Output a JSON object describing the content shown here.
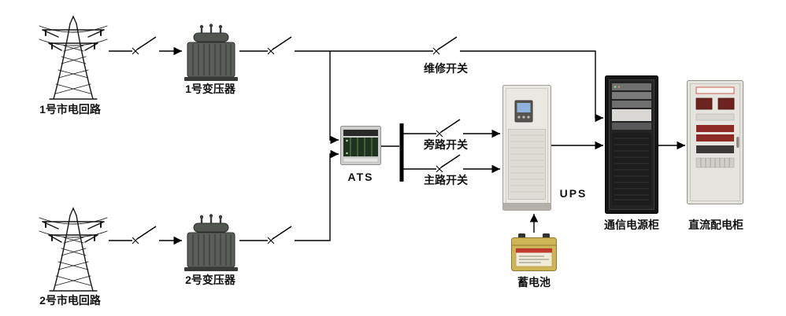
{
  "diagram": {
    "type": "power-distribution-one-line-diagram",
    "background": "#ffffff",
    "colors": {
      "line": "#000000",
      "rack_cabinet_body": "#151515",
      "dc_cabinet_body": "#e6e4de",
      "ups_body": "#eae8e2",
      "battery_body": "#cfb554",
      "transformer_body": "#5a5f59",
      "ats_panel": "#20331f",
      "meter_red": "#6f2320"
    },
    "components": [
      {
        "id": "mains-circuit-1",
        "type": "transmission-tower",
        "label": "1号市电回路"
      },
      {
        "id": "transformer-1",
        "type": "oil-transformer",
        "label": "1号变压器"
      },
      {
        "id": "mains-circuit-2",
        "type": "transmission-tower",
        "label": "2号市电回路"
      },
      {
        "id": "transformer-2",
        "type": "oil-transformer",
        "label": "2号变压器"
      },
      {
        "id": "ats",
        "type": "automatic-transfer-switch",
        "label": "ATS"
      },
      {
        "id": "maintenance-switch",
        "type": "disconnect-switch",
        "label": "维修开关"
      },
      {
        "id": "bypass-switch",
        "type": "disconnect-switch",
        "label": "旁路开关"
      },
      {
        "id": "main-switch",
        "type": "disconnect-switch",
        "label": "主路开关"
      },
      {
        "id": "ups",
        "type": "ups-cabinet",
        "label": "UPS"
      },
      {
        "id": "battery",
        "type": "battery-bank",
        "label": "蓄电池"
      },
      {
        "id": "comm-power-cabinet",
        "type": "equipment-cabinet",
        "label": "通信电源柜"
      },
      {
        "id": "dc-distribution-cabinet",
        "type": "equipment-cabinet",
        "label": "直流配电柜"
      }
    ],
    "connections": [
      {
        "from": "mains-circuit-1",
        "to": "transformer-1",
        "via": "disconnect-switch"
      },
      {
        "from": "transformer-1",
        "to": "ats",
        "via": "disconnect-switch"
      },
      {
        "from": "transformer-1",
        "to": "comm-power-cabinet",
        "via": "maintenance-switch"
      },
      {
        "from": "mains-circuit-2",
        "to": "transformer-2",
        "via": "disconnect-switch"
      },
      {
        "from": "transformer-2",
        "to": "ats",
        "via": "disconnect-switch"
      },
      {
        "from": "ats",
        "to": "ups",
        "via": "bypass-switch"
      },
      {
        "from": "ats",
        "to": "ups",
        "via": "main-switch"
      },
      {
        "from": "battery",
        "to": "ups"
      },
      {
        "from": "ups",
        "to": "comm-power-cabinet"
      },
      {
        "from": "comm-power-cabinet",
        "to": "dc-distribution-cabinet"
      }
    ]
  }
}
